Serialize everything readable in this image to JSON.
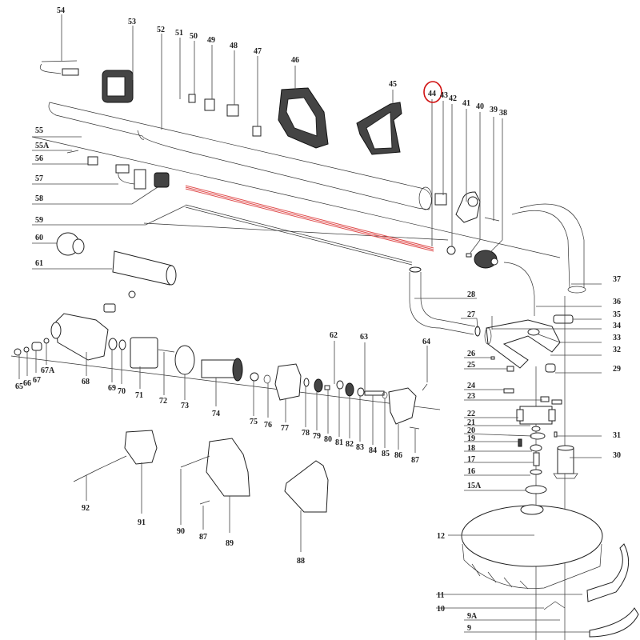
{
  "diagram": {
    "type": "exploded-parts-diagram",
    "highlighted_part": "44",
    "highlight_color": "#d01010",
    "highlight_line_color": "#e05050",
    "parts": [
      {
        "id": "54"
      },
      {
        "id": "53"
      },
      {
        "id": "52"
      },
      {
        "id": "51"
      },
      {
        "id": "50"
      },
      {
        "id": "49"
      },
      {
        "id": "48"
      },
      {
        "id": "47"
      },
      {
        "id": "46"
      },
      {
        "id": "45"
      },
      {
        "id": "44"
      },
      {
        "id": "43"
      },
      {
        "id": "42"
      },
      {
        "id": "41"
      },
      {
        "id": "40"
      },
      {
        "id": "39"
      },
      {
        "id": "38"
      },
      {
        "id": "55"
      },
      {
        "id": "55A"
      },
      {
        "id": "56"
      },
      {
        "id": "57"
      },
      {
        "id": "58"
      },
      {
        "id": "59"
      },
      {
        "id": "60"
      },
      {
        "id": "61"
      },
      {
        "id": "37"
      },
      {
        "id": "36"
      },
      {
        "id": "35"
      },
      {
        "id": "34"
      },
      {
        "id": "33"
      },
      {
        "id": "32"
      },
      {
        "id": "29"
      },
      {
        "id": "28"
      },
      {
        "id": "27"
      },
      {
        "id": "26"
      },
      {
        "id": "25"
      },
      {
        "id": "24"
      },
      {
        "id": "23"
      },
      {
        "id": "22"
      },
      {
        "id": "21"
      },
      {
        "id": "20"
      },
      {
        "id": "19"
      },
      {
        "id": "18"
      },
      {
        "id": "17"
      },
      {
        "id": "16"
      },
      {
        "id": "15A"
      },
      {
        "id": "31"
      },
      {
        "id": "30"
      },
      {
        "id": "12"
      },
      {
        "id": "11"
      },
      {
        "id": "10"
      },
      {
        "id": "9A"
      },
      {
        "id": "9"
      },
      {
        "id": "65"
      },
      {
        "id": "66"
      },
      {
        "id": "67"
      },
      {
        "id": "67A"
      },
      {
        "id": "68"
      },
      {
        "id": "69"
      },
      {
        "id": "70"
      },
      {
        "id": "71"
      },
      {
        "id": "72"
      },
      {
        "id": "73"
      },
      {
        "id": "74"
      },
      {
        "id": "75"
      },
      {
        "id": "76"
      },
      {
        "id": "77"
      },
      {
        "id": "78"
      },
      {
        "id": "79"
      },
      {
        "id": "80"
      },
      {
        "id": "81"
      },
      {
        "id": "82"
      },
      {
        "id": "83"
      },
      {
        "id": "84"
      },
      {
        "id": "85"
      },
      {
        "id": "86"
      },
      {
        "id": "87"
      },
      {
        "id": "62"
      },
      {
        "id": "63"
      },
      {
        "id": "64"
      },
      {
        "id": "92"
      },
      {
        "id": "91"
      },
      {
        "id": "90"
      },
      {
        "id": "87b",
        "text": "87"
      },
      {
        "id": "89"
      },
      {
        "id": "88"
      }
    ]
  }
}
